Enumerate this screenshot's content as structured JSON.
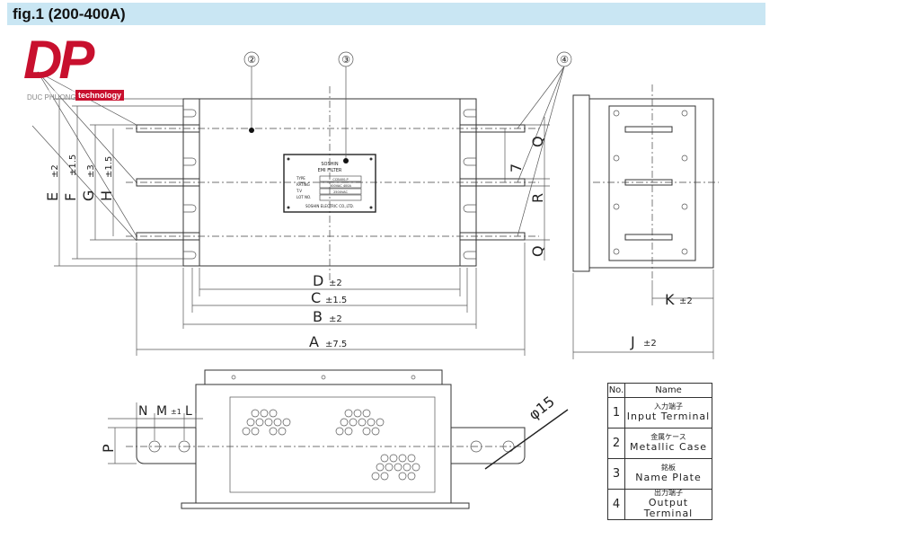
{
  "header": {
    "title": "fig.1 (200-400A)"
  },
  "logo": {
    "letters": "DP",
    "company": "DUC PHUONG",
    "tagline": "technology"
  },
  "callouts": [
    "②",
    "③",
    "④"
  ],
  "dimensions": {
    "D": "D",
    "D_tol": "±2",
    "C": "C",
    "C_tol": "±1.5",
    "B": "B",
    "B_tol": "±2",
    "A": "A",
    "A_tol": "±7.5",
    "J": "J",
    "J_tol": "±2",
    "K": "K",
    "K_tol": "±2",
    "E": "E",
    "E_tol": "±2",
    "F": "F",
    "F_tol": "±1.5",
    "G": "G",
    "G_tol": "±3",
    "H": "H",
    "H_tol": "±1.5",
    "Q": "Q",
    "R": "R",
    "seven": "7",
    "N": "N",
    "M": "M",
    "M_tol": "±1",
    "L": "L",
    "P": "P",
    "phi": "φ15"
  },
  "nameplate": {
    "brand": "SOSHIN",
    "product": "EMI FILTER",
    "rows": [
      "TYPE",
      "RATING",
      "T.V",
      "LOT NO."
    ],
    "values": [
      "CCB400-P",
      "500VAC 400A",
      "2500VAC",
      ""
    ],
    "footer": "SOSHIN ELECTRIC CO.,LTD."
  },
  "legend": {
    "header_no": "No.",
    "header_name": "Name",
    "rows": [
      {
        "no": "1",
        "jp": "入力端子",
        "en": "Input  Terminal"
      },
      {
        "no": "2",
        "jp": "金属ケース",
        "en": "Metallic  Case"
      },
      {
        "no": "3",
        "jp": "銘板",
        "en": "Name  Plate"
      },
      {
        "no": "4",
        "jp": "出力端子",
        "en": "Output  Terminal"
      }
    ]
  }
}
